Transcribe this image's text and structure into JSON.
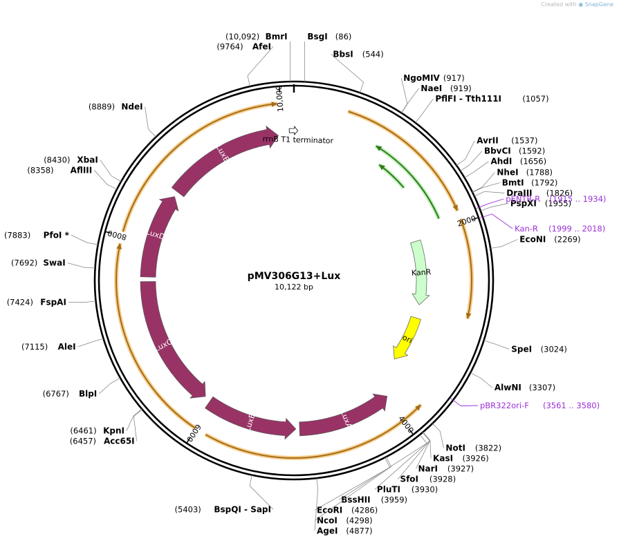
{
  "credit": {
    "prefix": "Created with",
    "brand": "SnapGene"
  },
  "plasmid": {
    "name": "pMV306G13+Lux",
    "size_label": "10,122 bp",
    "length": 10122
  },
  "position_ticks": [
    {
      "label": "2000",
      "position": 2000
    },
    {
      "label": "4000",
      "position": 4000
    },
    {
      "label": "6000",
      "position": 6000
    },
    {
      "label": "8000",
      "position": 8000
    },
    {
      "label": "10,000",
      "position": 10000
    }
  ],
  "features": [
    {
      "name": "LuxA",
      "start": 3970,
      "end": 5000,
      "direction": "reverse",
      "color": "#993366",
      "text_color": "#ffffff"
    },
    {
      "name": "LuxB",
      "start": 5040,
      "end": 6040,
      "direction": "reverse",
      "color": "#993366",
      "text_color": "#ffffff"
    },
    {
      "name": "LuxC",
      "start": 6110,
      "end": 7580,
      "direction": "reverse",
      "color": "#993366",
      "text_color": "#ffffff"
    },
    {
      "name": "LuxD",
      "start": 7630,
      "end": 8580,
      "direction": "forward",
      "color": "#993366",
      "text_color": "#ffffff"
    },
    {
      "name": "LuxE",
      "start": 8640,
      "end": 9950,
      "direction": "forward",
      "color": "#993366",
      "text_color": "#ffffff"
    },
    {
      "name": "KanR",
      "start": 2030,
      "end": 2840,
      "direction": "forward",
      "color": "#ccffcc",
      "text_color": "#000000"
    },
    {
      "name": "ori",
      "start": 3010,
      "end": 3600,
      "direction": "forward",
      "color": "#ffff00",
      "text_color": "#000000"
    }
  ],
  "terminator": {
    "label": "rrnB T1 terminator",
    "position": 10120
  },
  "orange_arcs": [
    {
      "start": 500,
      "end": 1880,
      "direction": "forward"
    },
    {
      "start": 1960,
      "end": 2880,
      "direction": "forward"
    },
    {
      "start": 3780,
      "end": 5900,
      "direction": "reverse"
    },
    {
      "start": 6010,
      "end": 7930,
      "direction": "forward"
    },
    {
      "start": 8040,
      "end": 9970,
      "direction": "forward"
    }
  ],
  "green_arcs": [
    {
      "start": 1020,
      "end": 1400,
      "direction": "reverse"
    },
    {
      "start": 880,
      "end": 1880,
      "direction": "reverse"
    }
  ],
  "restriction_sites": [
    {
      "name": "BmrI",
      "position": "(10,092)",
      "pos_num": 10092,
      "side": "left"
    },
    {
      "name": "BsgI",
      "position": "(86)",
      "pos_num": 86,
      "side": "right"
    },
    {
      "name": "BbsI",
      "position": "(544)",
      "pos_num": 544,
      "side": "right"
    },
    {
      "name": "NgoMIV",
      "position": "(917)",
      "pos_num": 917,
      "side": "right"
    },
    {
      "name": "NaeI",
      "position": "(919)",
      "pos_num": 919,
      "side": "right"
    },
    {
      "name": "PflFI - Tth111I",
      "position": "(1057)",
      "pos_num": 1057,
      "side": "right"
    },
    {
      "name": "AvrII",
      "position": "(1537)",
      "pos_num": 1537,
      "side": "right"
    },
    {
      "name": "BbvCI",
      "position": "(1592)",
      "pos_num": 1592,
      "side": "right"
    },
    {
      "name": "AhdI",
      "position": "(1656)",
      "pos_num": 1656,
      "side": "right"
    },
    {
      "name": "NheI",
      "position": "(1788)",
      "pos_num": 1788,
      "side": "right"
    },
    {
      "name": "BmtI",
      "position": "(1792)",
      "pos_num": 1792,
      "side": "right"
    },
    {
      "name": "DraIII",
      "position": "(1826)",
      "pos_num": 1826,
      "side": "right"
    },
    {
      "name": "PspXI",
      "position": "(1955)",
      "pos_num": 1955,
      "side": "right"
    },
    {
      "name": "EcoNI",
      "position": "(2269)",
      "pos_num": 2269,
      "side": "right"
    },
    {
      "name": "SpeI",
      "position": "(3024)",
      "pos_num": 3024,
      "side": "right"
    },
    {
      "name": "AlwNI",
      "position": "(3307)",
      "pos_num": 3307,
      "side": "right"
    },
    {
      "name": "NotI",
      "position": "(3822)",
      "pos_num": 3822,
      "side": "right"
    },
    {
      "name": "KasI",
      "position": "(3926)",
      "pos_num": 3926,
      "side": "right"
    },
    {
      "name": "NarI",
      "position": "(3927)",
      "pos_num": 3927,
      "side": "right"
    },
    {
      "name": "SfoI",
      "position": "(3928)",
      "pos_num": 3928,
      "side": "right"
    },
    {
      "name": "PluTI",
      "position": "(3930)",
      "pos_num": 3930,
      "side": "right"
    },
    {
      "name": "BssHII",
      "position": "(3959)",
      "pos_num": 3959,
      "side": "right"
    },
    {
      "name": "EcoRI",
      "position": "(4286)",
      "pos_num": 4286,
      "side": "right"
    },
    {
      "name": "NcoI",
      "position": "(4298)",
      "pos_num": 4298,
      "side": "right"
    },
    {
      "name": "AgeI",
      "position": "(4877)",
      "pos_num": 4877,
      "side": "right"
    },
    {
      "name": "BspQI - SapI",
      "position": "(5403)",
      "pos_num": 5403,
      "side": "left"
    },
    {
      "name": "Acc65I",
      "position": "(6457)",
      "pos_num": 6457,
      "side": "left"
    },
    {
      "name": "KpnI",
      "position": "(6461)",
      "pos_num": 6461,
      "side": "left"
    },
    {
      "name": "BlpI",
      "position": "(6767)",
      "pos_num": 6767,
      "side": "left"
    },
    {
      "name": "AleI",
      "position": "(7115)",
      "pos_num": 7115,
      "side": "left"
    },
    {
      "name": "FspAI",
      "position": "(7424)",
      "pos_num": 7424,
      "side": "left"
    },
    {
      "name": "SwaI",
      "position": "(7692)",
      "pos_num": 7692,
      "side": "left"
    },
    {
      "name": "PfoI *",
      "position": "(7883)",
      "pos_num": 7883,
      "side": "left"
    },
    {
      "name": "AflIII",
      "position": "(8358)",
      "pos_num": 8358,
      "side": "left"
    },
    {
      "name": "XbaI",
      "position": "(8430)",
      "pos_num": 8430,
      "side": "left"
    },
    {
      "name": "NdeI",
      "position": "(8889)",
      "pos_num": 8889,
      "side": "left"
    },
    {
      "name": "AfeI",
      "position": "(9764)",
      "pos_num": 9764,
      "side": "left"
    }
  ],
  "primers": [
    {
      "name": "pENTR-R",
      "position": "(1915 .. 1934)",
      "pos_num": 1924
    },
    {
      "name": "Kan-R",
      "position": "(1999 .. 2018)",
      "pos_num": 2008
    },
    {
      "name": "pBR322ori-F",
      "position": "(3561 .. 3580)",
      "pos_num": 3570
    }
  ]
}
